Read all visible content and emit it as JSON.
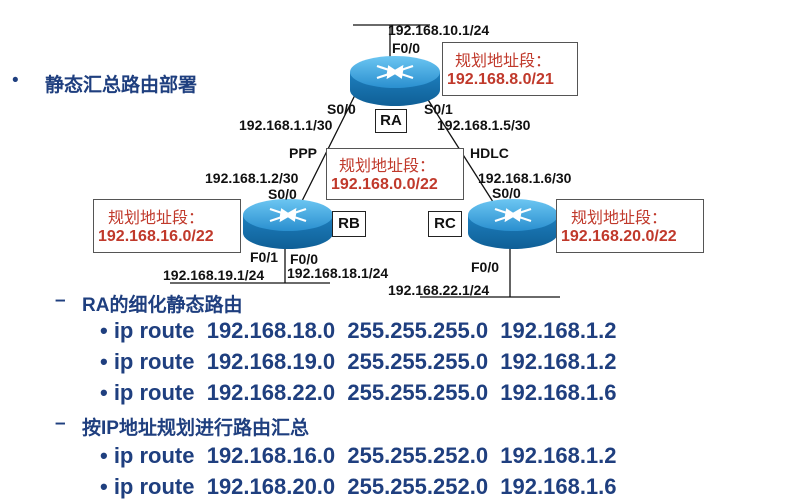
{
  "slide_title": "静态汇总路由部署",
  "slide_bullet": "•",
  "interfaces": {
    "ra_f0": "F0/0",
    "ra_f0_ip": "192.168.10.1/24",
    "ra_s00": "S0/0",
    "ra_s00_ip": "192.168.1.1/30",
    "ra_s01": "S0/1",
    "ra_s01_ip": "192.168.1.5/30",
    "rb_s00": "S0/0",
    "rb_s00_ip": "192.168.1.2/30",
    "rb_f01": "F0/1",
    "rb_f01_ip": "192.168.19.1/24",
    "rb_f00": "F0/0",
    "rb_f00_ip": "192.168.18.1/24",
    "rc_s00": "S0/0",
    "rc_s00_ip": "192.168.1.6/30",
    "rc_f00": "F0/0",
    "rc_f00_ip": "192.168.22.1/24"
  },
  "links": {
    "ppp": "PPP",
    "hdlc": "HDLC"
  },
  "routers": {
    "ra": "RA",
    "rb": "RB",
    "rc": "RC"
  },
  "plans": {
    "ra": {
      "heading": "规划地址段：",
      "value": "192.168.8.0/21"
    },
    "wan": {
      "heading": "规划地址段：",
      "value": "192.168.0.0/22"
    },
    "rb": {
      "heading": "规划地址段：",
      "value": "192.168.16.0/22"
    },
    "rc": {
      "heading": "规划地址段：",
      "value": "192.168.20.0/22"
    }
  },
  "sections": [
    {
      "dash": "–",
      "title": "RA的细化静态路由",
      "routes": [
        "• ip route  192.168.18.0  255.255.255.0  192.168.1.2",
        "• ip route  192.168.19.0  255.255.255.0  192.168.1.2",
        "• ip route  192.168.22.0  255.255.255.0  192.168.1.6"
      ]
    },
    {
      "dash": "–",
      "title": "按IP地址规划进行路由汇总",
      "routes": [
        "• ip route  192.168.16.0  255.255.252.0  192.168.1.2",
        "• ip route  192.168.20.0  255.255.252.0  192.168.1.6"
      ]
    }
  ],
  "colors": {
    "title_blue": "#1f3f7f",
    "plan_red": "#c0392b",
    "router_blue": "#1e88c8"
  },
  "icons": [
    "router-icon"
  ]
}
